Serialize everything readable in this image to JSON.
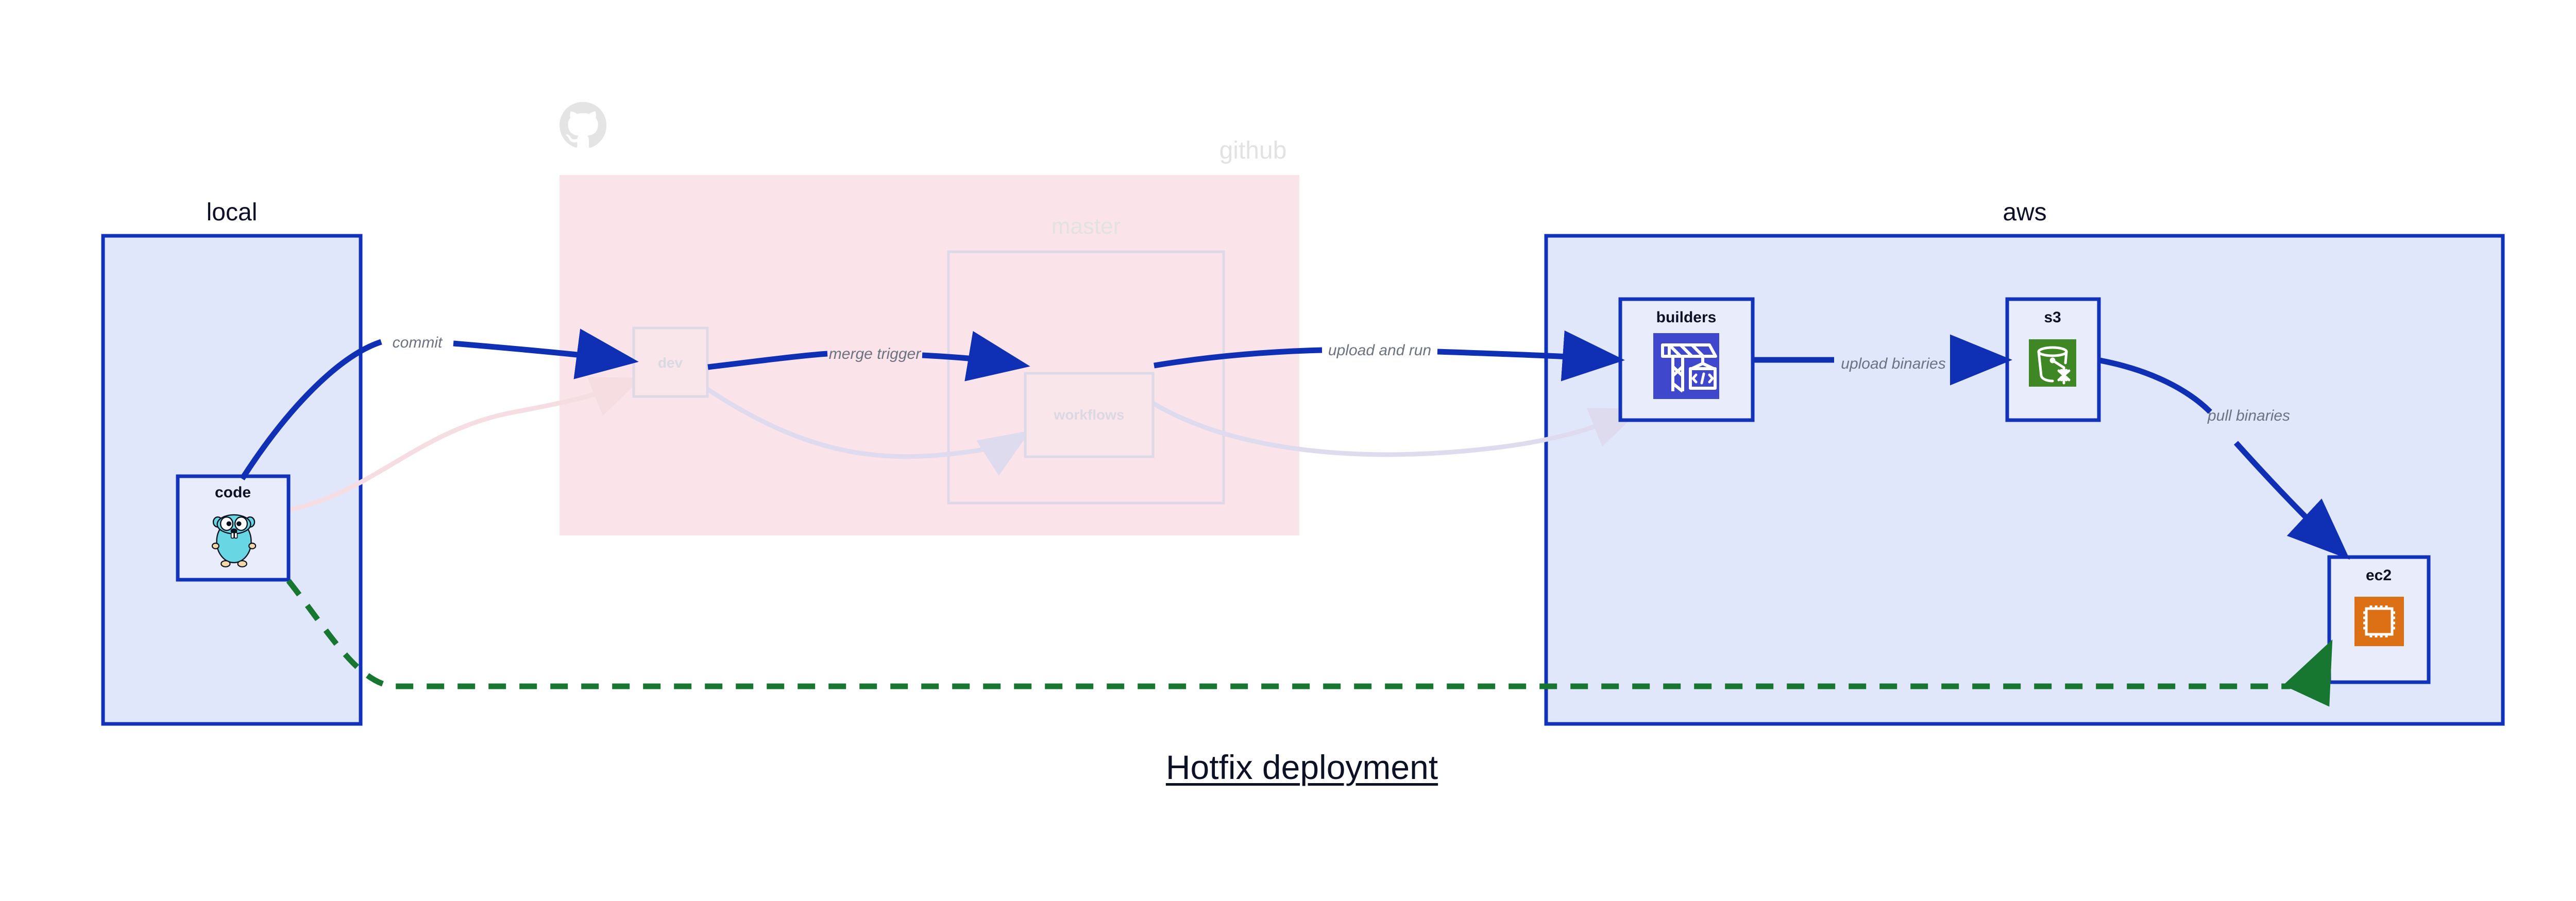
{
  "title": "Hotfix deployment",
  "colors": {
    "node_border": "#1133bb",
    "node_fill": "#e9edfb",
    "group_local_fill": "#e1e7fb",
    "group_github_fill": "#fae3e9",
    "arrow_blue": "#0f2fb5",
    "arrow_green": "#17762f",
    "label_gray": "#6b7280",
    "dim_gray": "#e2e2e2",
    "builders_icon_bg": "#3f48cc",
    "s3_icon_bg": "#3f8624",
    "ec2_icon_bg": "#db7014",
    "gopher_body": "#69d7e3"
  },
  "groups": [
    {
      "name": "local",
      "label": "local",
      "dimmed": false
    },
    {
      "name": "github",
      "label": "github",
      "dimmed": true
    },
    {
      "name": "master",
      "label": "master",
      "dimmed": true
    },
    {
      "name": "aws",
      "label": "aws",
      "dimmed": false
    }
  ],
  "nodes": [
    {
      "name": "code",
      "label": "code",
      "icon": "go-gopher-icon",
      "dimmed": false
    },
    {
      "name": "dev",
      "label": "dev",
      "icon": "none",
      "dimmed": true
    },
    {
      "name": "workflows",
      "label": "workflows",
      "icon": "none",
      "dimmed": true
    },
    {
      "name": "builders",
      "label": "builders",
      "icon": "codebuild-crane-icon",
      "dimmed": false
    },
    {
      "name": "s3",
      "label": "s3",
      "icon": "s3-bucket-icon",
      "dimmed": false
    },
    {
      "name": "ec2",
      "label": "ec2",
      "icon": "ec2-chip-icon",
      "dimmed": false
    }
  ],
  "edges": [
    {
      "name": "code-to-dev",
      "label": "commit",
      "style": "solid",
      "color": "blue",
      "dimmed": false
    },
    {
      "name": "dev-to-workflows",
      "label": "merge trigger",
      "style": "solid",
      "color": "blue",
      "dimmed": false
    },
    {
      "name": "workflows-to-builders",
      "label": "upload and run",
      "style": "solid",
      "color": "blue",
      "dimmed": false
    },
    {
      "name": "builders-to-s3",
      "label": "upload binaries",
      "style": "solid",
      "color": "blue",
      "dimmed": false
    },
    {
      "name": "s3-to-ec2",
      "label": "pull binaries",
      "style": "solid",
      "color": "blue",
      "dimmed": false
    },
    {
      "name": "code-to-ec2-hotfix",
      "label": "",
      "style": "dashed",
      "color": "green",
      "dimmed": false
    },
    {
      "name": "faded-code-to-dev",
      "label": "",
      "style": "solid",
      "color": "pink",
      "dimmed": true
    },
    {
      "name": "faded-dev-to-workflows",
      "label": "",
      "style": "solid",
      "color": "lilac",
      "dimmed": true
    },
    {
      "name": "faded-workflows-to-builders",
      "label": "",
      "style": "solid",
      "color": "lilac",
      "dimmed": true
    }
  ],
  "icons": {
    "github_logo": "github-octocat-icon"
  }
}
